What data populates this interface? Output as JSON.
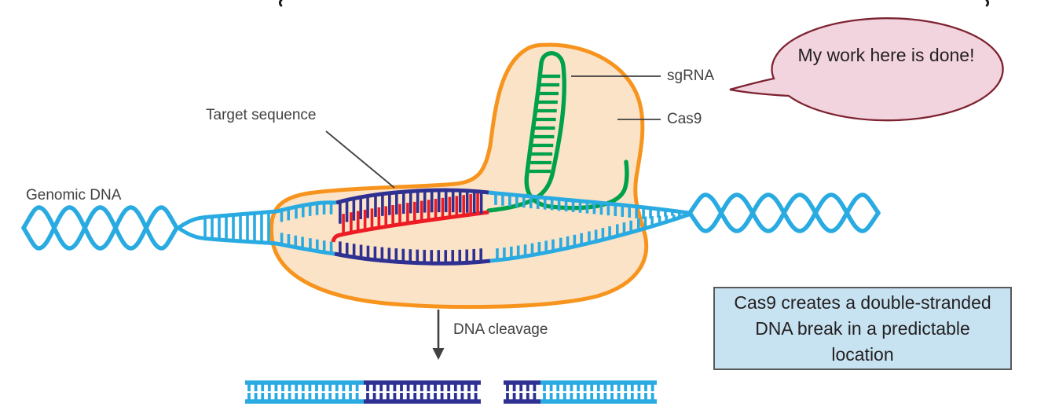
{
  "diagram": {
    "labels": {
      "genomic_dna": "Genomic DNA",
      "target_sequence": "Target sequence",
      "sgrna": "sgRNA",
      "cas9": "Cas9",
      "dna_cleavage": "DNA cleavage"
    },
    "speech_bubble": {
      "text": "My work here is done!"
    },
    "info_box": {
      "text": "Cas9 creates a double-stranded DNA break in a predictable location"
    },
    "icons": {
      "speech_bubble": "speech-bubble",
      "cleavage_arrow": "down-arrow"
    },
    "colors": {
      "dna_blue": "#29ABE2",
      "target_dark_blue": "#2E3192",
      "sgrna_green": "#00A14B",
      "spacer_red": "#ED1C24",
      "cas9_outline_orange": "#F7941D",
      "cas9_fill_peach": "#FBE3C8",
      "bubble_fill_pink": "#F2D4DE",
      "bubble_border_maroon": "#7E2231",
      "info_fill_blue": "#C7E3F2",
      "info_border_gray": "#58595B",
      "label_text": "#414042",
      "dark_text": "#231F20"
    }
  }
}
